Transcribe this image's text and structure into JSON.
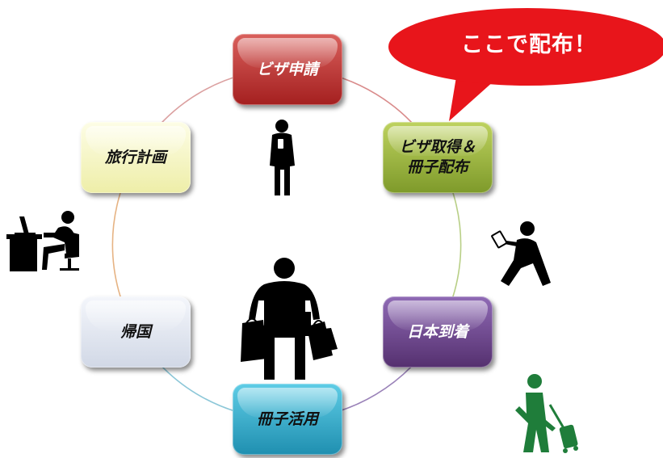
{
  "cycle_steps": [
    {
      "id": "visa_apply",
      "label": "ビザ申請",
      "color": "#c0392b"
    },
    {
      "id": "visa_get",
      "label": "ビザ取得＆\n冊子配布",
      "color": "#9ab53b"
    },
    {
      "id": "arrival",
      "label": "日本到着",
      "color": "#6e4a8f"
    },
    {
      "id": "booklet_use",
      "label": "冊子活用",
      "color": "#37b1d1"
    },
    {
      "id": "return",
      "label": "帰国",
      "color": "#dfe5ef"
    },
    {
      "id": "travel_plan",
      "label": "旅行計画",
      "color": "#f7f7c6"
    }
  ],
  "callout": {
    "text": "ここで配布！",
    "color": "#e8151b"
  },
  "icons": [
    "person-with-phone-icon",
    "person-reading-tablet-icon",
    "traveler-with-suitcase-icon",
    "shopper-with-bags-icon",
    "person-at-computer-icon"
  ],
  "colors": {
    "accent_green": "#1f7d3a",
    "ring": "#c9c9c9"
  }
}
